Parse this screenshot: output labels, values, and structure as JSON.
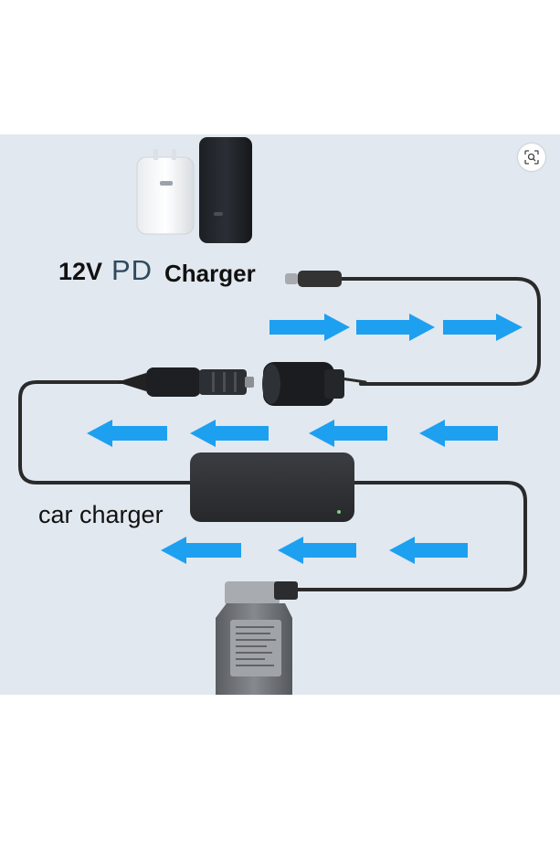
{
  "labels": {
    "voltage": "12V",
    "pd": "PD",
    "charger": "Charger",
    "car_charger": "car charger"
  },
  "icons": {
    "lens_button": "lens-icon"
  },
  "colors": {
    "background": "#e2e8ef",
    "arrow": "#1ea0f0",
    "cable": "#2a2a2a",
    "pd_text": "#2d4a5e"
  }
}
